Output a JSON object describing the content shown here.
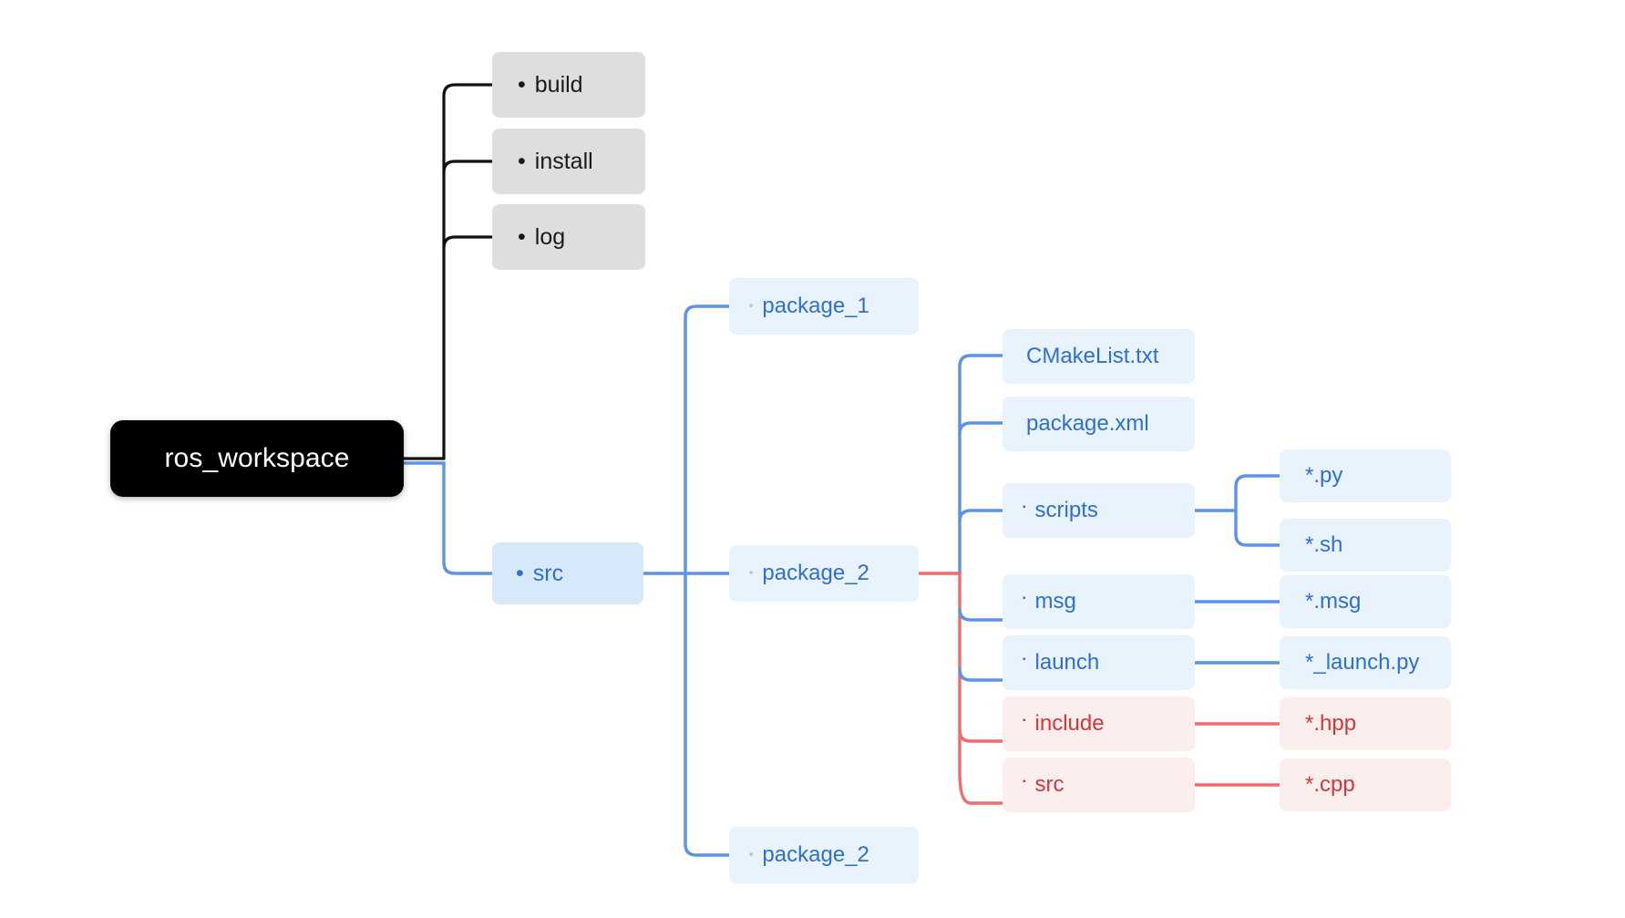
{
  "diagram": {
    "title": "ros_workspace directory tree",
    "type": "mindmap-tree",
    "background": "#ffffff",
    "colors": {
      "root_bg": "#000000",
      "root_text": "#ffffff",
      "gray_bg": "#dedede",
      "gray_text": "#1a1a1a",
      "blue_text": "#2f6fd0",
      "blue_bg": "#e8f3fd",
      "blue_branch_bg": "#d6e9fb",
      "red_text": "#d0383e",
      "red_bg": "#fdeeee",
      "edge_black": "#111111",
      "edge_blue": "#5b93e8",
      "edge_red": "#f26a6a"
    }
  },
  "nodes": {
    "root": {
      "label": "ros_workspace",
      "bullet": "",
      "style": "root"
    },
    "build": {
      "label": "build",
      "bullet": "•",
      "style": "gray"
    },
    "install": {
      "label": "install",
      "bullet": "•",
      "style": "gray"
    },
    "log": {
      "label": "log",
      "bullet": "•",
      "style": "gray"
    },
    "src": {
      "label": "src",
      "bullet": "•",
      "style": "blue-branch"
    },
    "package_1": {
      "label": "package_1",
      "bullet": "◦",
      "style": "blue"
    },
    "package_2a": {
      "label": "package_2",
      "bullet": "◦",
      "style": "blue"
    },
    "package_2b": {
      "label": "package_2",
      "bullet": "◦",
      "style": "blue"
    },
    "cmakelist": {
      "label": "CMakeList.txt",
      "bullet": "",
      "style": "blue"
    },
    "packagexml": {
      "label": "package.xml",
      "bullet": "",
      "style": "blue"
    },
    "scripts": {
      "label": "scripts",
      "bullet": "▪",
      "style": "blue"
    },
    "msg": {
      "label": "msg",
      "bullet": "▪",
      "style": "blue"
    },
    "launch": {
      "label": "launch",
      "bullet": "▪",
      "style": "blue"
    },
    "include": {
      "label": "include",
      "bullet": "▪",
      "style": "red"
    },
    "src_pkg": {
      "label": "src",
      "bullet": "▪",
      "style": "red"
    },
    "py": {
      "label": "*.py",
      "bullet": "",
      "style": "blue"
    },
    "sh": {
      "label": "*.sh",
      "bullet": "",
      "style": "blue"
    },
    "msgfile": {
      "label": "*.msg",
      "bullet": "",
      "style": "blue"
    },
    "launchpy": {
      "label": "*_launch.py",
      "bullet": "",
      "style": "blue"
    },
    "hpp": {
      "label": "*.hpp",
      "bullet": "",
      "style": "red"
    },
    "cpp": {
      "label": "*.cpp",
      "bullet": "",
      "style": "red"
    }
  },
  "tree": {
    "root": "ros_workspace",
    "children": [
      {
        "label": "build",
        "children": []
      },
      {
        "label": "install",
        "children": []
      },
      {
        "label": "log",
        "children": []
      },
      {
        "label": "src",
        "children": [
          {
            "label": "package_1",
            "children": []
          },
          {
            "label": "package_2",
            "children": [
              {
                "label": "CMakeList.txt",
                "children": []
              },
              {
                "label": "package.xml",
                "children": []
              },
              {
                "label": "scripts",
                "children": [
                  {
                    "label": "*.py",
                    "children": []
                  },
                  {
                    "label": "*.sh",
                    "children": []
                  }
                ]
              },
              {
                "label": "msg",
                "children": [
                  {
                    "label": "*.msg",
                    "children": []
                  }
                ]
              },
              {
                "label": "launch",
                "children": [
                  {
                    "label": "*_launch.py",
                    "children": []
                  }
                ]
              },
              {
                "label": "include",
                "children": [
                  {
                    "label": "*.hpp",
                    "children": []
                  }
                ]
              },
              {
                "label": "src",
                "children": [
                  {
                    "label": "*.cpp",
                    "children": []
                  }
                ]
              }
            ]
          },
          {
            "label": "package_2",
            "children": []
          }
        ]
      }
    ]
  }
}
